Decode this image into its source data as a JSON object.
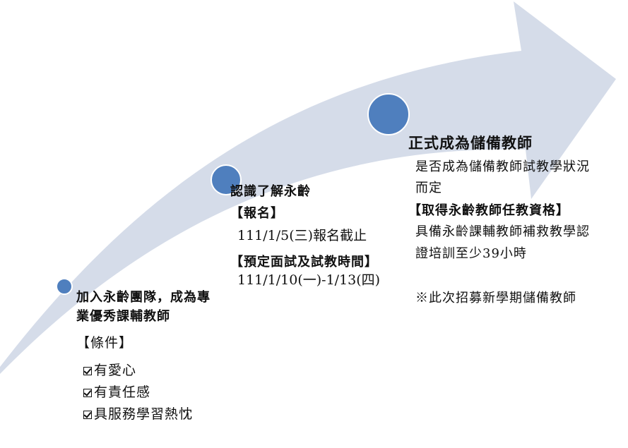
{
  "colors": {
    "arrow_fill": "#d5dce9",
    "circle_fill": "#4f7fbe",
    "circle_stroke": "#ffffff",
    "text": "#111111"
  },
  "stage1": {
    "title_line1": "加入永齡團隊，成為專",
    "title_line2": "業優秀課輔教師",
    "conditions_label": "【條件】",
    "conditions": [
      "有愛心",
      "有責任感",
      "具服務學習熱忱"
    ]
  },
  "stage2": {
    "title": "認識了解永齡",
    "signup_label": "【報名】",
    "signup_date": "111/1/5(三)報名截止",
    "interview_label": "【預定面試及試教時間】",
    "interview_date": "111/1/10(一)-1/13(四)"
  },
  "stage3": {
    "title": "正式成為儲備教師",
    "desc_line1": "是否成為儲備教師試教學狀況",
    "desc_line2": "而定",
    "qualify_label": "【取得永齡教師任教資格】",
    "qualify_line1": "具備永齡課輔教師補救教學認",
    "qualify_line2": "證培訓至少39小時",
    "note": "※此次招募新學期儲備教師"
  }
}
